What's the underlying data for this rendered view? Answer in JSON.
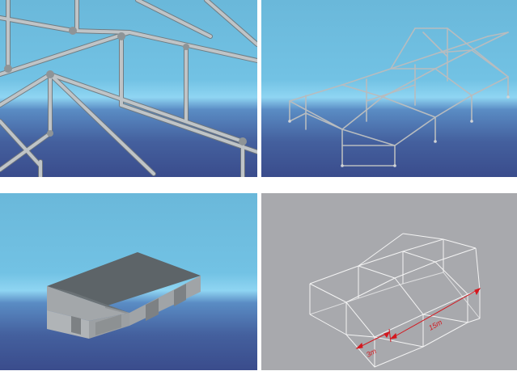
{
  "panels": [
    {
      "id": "closeup-frame",
      "background": "sky-gradient"
    },
    {
      "id": "frame-overview",
      "background": "sky-gradient"
    },
    {
      "id": "covered-tent",
      "background": "sky-gradient"
    },
    {
      "id": "dimension-drawing",
      "background": "#a8a9ad"
    }
  ],
  "dimensions": {
    "bay_width": "3m",
    "total_length": "15m"
  },
  "colors": {
    "sky_top": "#6ab7d8",
    "sky_band": "#8fd3f0",
    "sky_bottom": "#3c4f90",
    "frame": "#aeb3b6",
    "roof": "#5d6468",
    "wall": "#a3a7aa",
    "drawing_bg": "#a8a9ad",
    "drawing_line": "#f4f4f4",
    "dimension_red": "#d4181f"
  }
}
